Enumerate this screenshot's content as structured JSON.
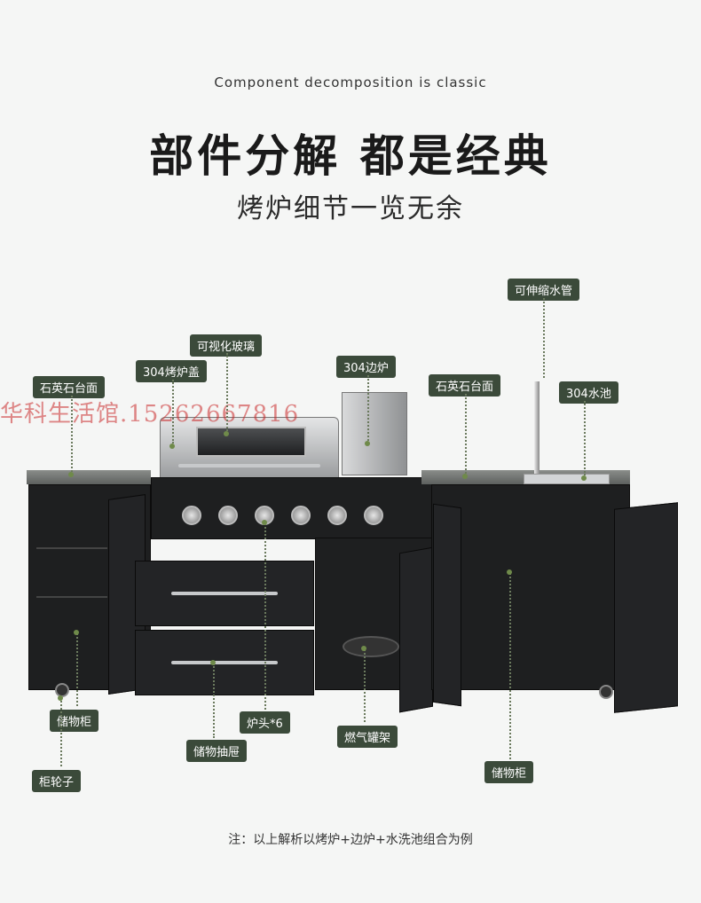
{
  "header": {
    "subtitle_en": "Component decomposition is classic",
    "title": "部件分解  都是经典",
    "subtitle_cn": "烤炉细节一览无余"
  },
  "watermark": "华科生活馆.15262667816",
  "labels": {
    "faucet": "可伸缩水管",
    "glass": "可视化玻璃",
    "lid": "304烤炉盖",
    "side_burner": "304边炉",
    "counter_left": "石英石台面",
    "counter_right": "石英石台面",
    "sink": "304水池",
    "cabinet_left": "储物柜",
    "burners": "炉头*6",
    "gas_rack": "燃气罐架",
    "drawer": "储物抽屉",
    "casters": "柜轮子",
    "cabinet_right": "储物柜"
  },
  "note": "注：以上解析以烤炉+边炉+水洗池组合为例",
  "colors": {
    "tag_bg": "#3b4a3a",
    "leader_line": "#6b7a5e",
    "cabinet": "#1e1f20"
  }
}
